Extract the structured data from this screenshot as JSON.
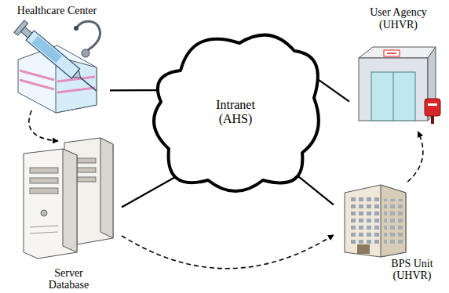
{
  "diagram": {
    "nodes": [
      {
        "text": [
          "Healthcare Center"
        ]
      },
      {
        "text": [
          "Intranet (AHS)"
        ]
      },
      {
        "text": [
          "User Agency (UHVR)"
        ]
      },
      {
        "text": [
          "Server Database"
        ]
      },
      {
        "text": [
          "BPS Unit (UHVR)"
        ]
      }
    ],
    "edges": [
      {
        "from": 0,
        "to": 1,
        "arrow": "none"
      },
      {
        "from": 2,
        "to": 1,
        "arrow": "none"
      },
      {
        "from": 3,
        "to": 1,
        "arrow": "none"
      },
      {
        "from": 4,
        "to": 1,
        "arrow": "none"
      },
      {
        "from": 0,
        "to": 3,
        "arrow": "to"
      },
      {
        "from": 3,
        "to": 4,
        "arrow": "to"
      },
      {
        "from": 4,
        "to": 2,
        "arrow": "to"
      }
    ]
  }
}
